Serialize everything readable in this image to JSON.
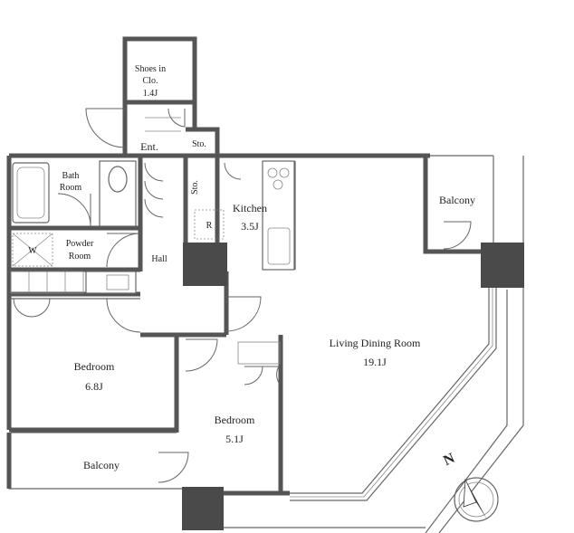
{
  "rooms": {
    "shoes_in_closet": {
      "line1": "Shoes in",
      "line2": "Clo.",
      "line3": "1.4J"
    },
    "entrance": "Ent.",
    "storage_top": "Sto.",
    "storage_side": "Sto.",
    "bath_room": {
      "line1": "Bath",
      "line2": "Room"
    },
    "powder_room": {
      "line1": "Powder",
      "line2": "Room"
    },
    "washer_mark": "W",
    "refrigerator_mark": "R",
    "kitchen": {
      "name": "Kitchen",
      "size": "3.5J"
    },
    "hall": "Hall",
    "balcony_right": "Balcony",
    "living_dining": {
      "name": "Living Dining Room",
      "size": "19.1J"
    },
    "bedroom_left": {
      "name": "Bedroom",
      "size": "6.8J"
    },
    "bedroom_center": {
      "name": "Bedroom",
      "size": "5.1J"
    },
    "balcony_bottom": "Balcony"
  },
  "compass": {
    "north_label": "N"
  }
}
